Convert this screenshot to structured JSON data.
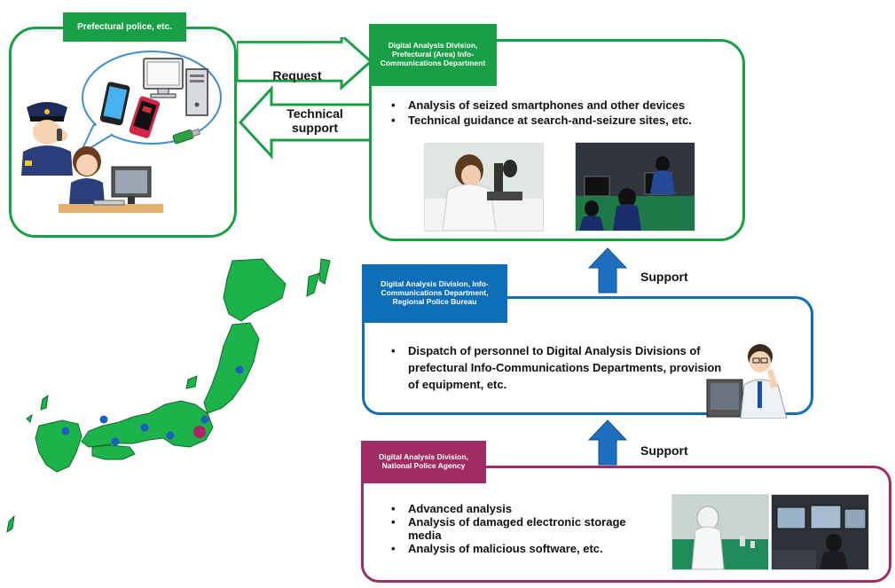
{
  "colors": {
    "prefectural_green": "#19a046",
    "regional_blue": "#0e6fb8",
    "npa_magenta": "#a02c64",
    "map_green": "#1db34b",
    "map_blue_dot": "#1b5fc0",
    "map_red_dot": "#b0246a"
  },
  "prefectural_police": {
    "title": "Prefectural police, etc.",
    "icons": [
      "police-officer-on-phone-icon",
      "computer-operator-icon",
      "tower-pc-icon",
      "smartphone-icon",
      "usb-drive-icon"
    ]
  },
  "arrows": {
    "request": "Request",
    "technical_support": "Technical support",
    "support_upper": "Support",
    "support_lower": "Support"
  },
  "prefectural_division": {
    "title": "Digital Analysis Division, Prefectural (Area) Info-Communications Department",
    "items": [
      "Analysis of seized smartphones and other devices",
      "Technical guidance at search-and-seizure sites, etc."
    ],
    "photos": [
      "microscope-analysis-photo",
      "computer-lab-photo"
    ]
  },
  "regional_division": {
    "title": "Digital Analysis Division, Info-Communications Department, Regional Police Bureau",
    "items": [
      "Dispatch of personnel to Digital Analysis Divisions of prefectural Info-Communications Departments, provision of equipment, etc."
    ],
    "icon": "analyst-at-computer-icon"
  },
  "npa_division": {
    "title": "Digital Analysis Division, National Police Agency",
    "items": [
      "Advanced analysis",
      "Analysis of damaged electronic storage media",
      "Analysis of malicious software, etc."
    ],
    "photos": [
      "cleanroom-photo",
      "monitoring-room-photo"
    ]
  },
  "map": {
    "icon": "japan-map-icon"
  }
}
